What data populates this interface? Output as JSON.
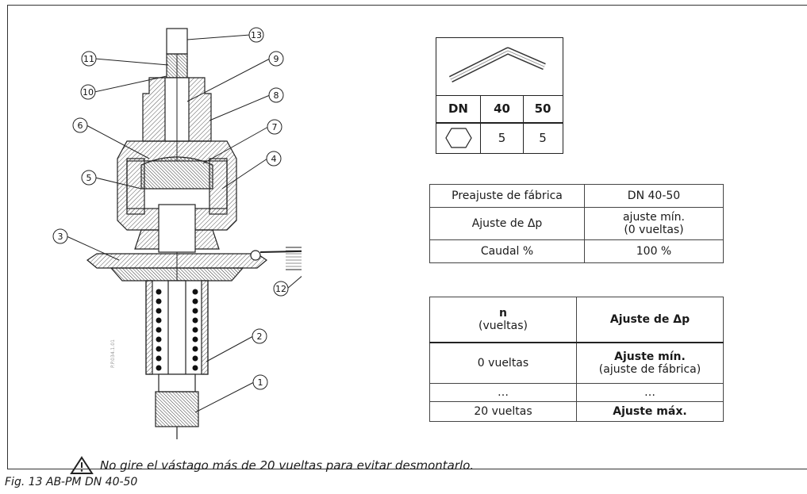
{
  "callouts": [
    "1",
    "2",
    "3",
    "4",
    "5",
    "6",
    "7",
    "8",
    "9",
    "10",
    "11",
    "12",
    "13"
  ],
  "drawing_id": "P.P.034.1.01",
  "tool_table": {
    "header": [
      "DN",
      "40",
      "50"
    ],
    "row": [
      "hexagon-icon",
      "5",
      "5"
    ]
  },
  "settings_table": {
    "rows": [
      {
        "label": "Preajuste de fábrica",
        "value": "DN 40-50"
      },
      {
        "label": "Ajuste de Δp",
        "value_line1": "ajuste mín.",
        "value_line2": "(0 vueltas)"
      },
      {
        "label": "Caudal %",
        "value": "100 %"
      }
    ]
  },
  "turns_table": {
    "header_left_bold": "n",
    "header_left_sub": "(vueltas)",
    "header_right": "Ajuste de Δp",
    "rows": [
      {
        "left": "0 vueltas",
        "right_bold": "Ajuste mín.",
        "right_sub": "(ajuste de fábrica)"
      },
      {
        "left": "…",
        "right_sub": "…"
      },
      {
        "left": "20 vueltas",
        "right_bold": "Ajuste máx."
      }
    ]
  },
  "warning": "No gire el vástago más de 20 vueltas para evitar desmontarlo.",
  "caption": "Fig. 13  AB-PM DN 40-50"
}
